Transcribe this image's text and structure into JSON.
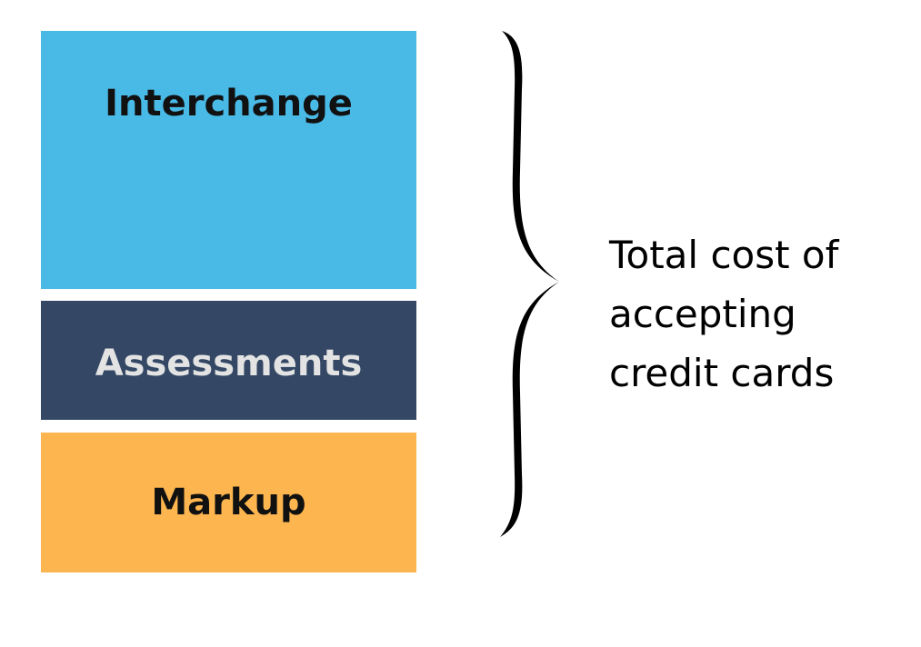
{
  "blocks": [
    {
      "label": "Interchange",
      "fill": "#49B9E5",
      "text_color": "#111111"
    },
    {
      "label": "Assessments",
      "fill": "#344865",
      "text_color": "#E3E3E3"
    },
    {
      "label": "Markup",
      "fill": "#FDB54F",
      "text_color": "#111111"
    }
  ],
  "total": {
    "lines": [
      "Total cost of",
      "accepting",
      "credit cards"
    ]
  },
  "brace": {
    "color": "#000000"
  }
}
